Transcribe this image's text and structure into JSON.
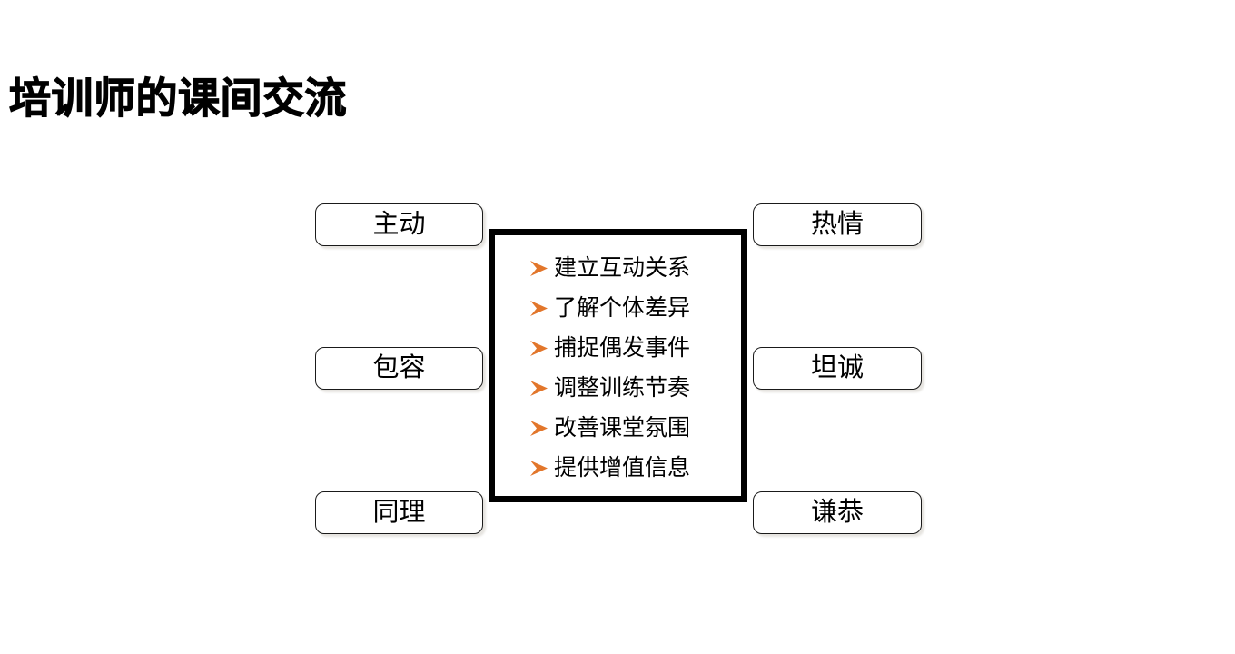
{
  "slide": {
    "title": "培训师的课间交流",
    "background_color": "#FFFFFF",
    "accent_color": "#E2762B",
    "outline_color": "#000000"
  },
  "traits": {
    "left_column": [
      {
        "label": "主动"
      },
      {
        "label": "包容"
      },
      {
        "label": "同理"
      }
    ],
    "right_column": [
      {
        "label": "热情"
      },
      {
        "label": "坦诚"
      },
      {
        "label": "谦恭"
      }
    ]
  },
  "center_panel": {
    "bullet_icon": "orange-arrow-bullet-icon",
    "items": [
      {
        "text": "建立互动关系"
      },
      {
        "text": "了解个体差异"
      },
      {
        "text": "捕捉偶发事件"
      },
      {
        "text": "调整训练节奏"
      },
      {
        "text": "改善课堂氛围"
      },
      {
        "text": "提供增值信息"
      }
    ]
  }
}
